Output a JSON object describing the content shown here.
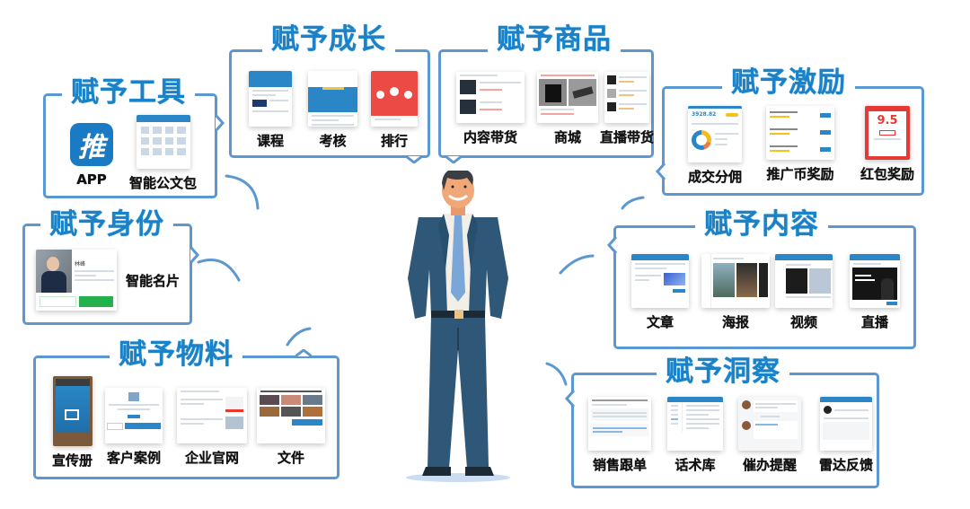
{
  "colors": {
    "accent": "#1a82c8",
    "frame": "#5b97d1",
    "label": "#111111",
    "red": "#e8372f",
    "green": "#22b14c",
    "suit": "#2f5878"
  },
  "sections": [
    {
      "id": "tools",
      "title": "赋予工具",
      "items": [
        {
          "label": "APP",
          "icon_text": "推"
        },
        {
          "label": "智能公文包"
        }
      ]
    },
    {
      "id": "growth",
      "title": "赋予成长",
      "items": [
        {
          "label": "课程"
        },
        {
          "label": "考核"
        },
        {
          "label": "排行"
        }
      ]
    },
    {
      "id": "goods",
      "title": "赋予商品",
      "items": [
        {
          "label": "内容带货"
        },
        {
          "label": "商城"
        },
        {
          "label": "直播带货"
        }
      ]
    },
    {
      "id": "incentive",
      "title": "赋予激励",
      "items": [
        {
          "label": "成交分佣",
          "amount": "3928.82"
        },
        {
          "label": "推广币奖励"
        },
        {
          "label": "红包奖励",
          "amount": "9.5"
        }
      ]
    },
    {
      "id": "identity",
      "title": "赋予身份",
      "items": [
        {
          "label": "智能名片",
          "name": "林峰"
        }
      ]
    },
    {
      "id": "content",
      "title": "赋予内容",
      "items": [
        {
          "label": "文章"
        },
        {
          "label": "海报"
        },
        {
          "label": "视频"
        },
        {
          "label": "直播"
        }
      ]
    },
    {
      "id": "materials",
      "title": "赋予物料",
      "items": [
        {
          "label": "宣传册"
        },
        {
          "label": "客户案例"
        },
        {
          "label": "企业官网"
        },
        {
          "label": "文件"
        }
      ]
    },
    {
      "id": "insight",
      "title": "赋予洞察",
      "items": [
        {
          "label": "销售跟单"
        },
        {
          "label": "话术库"
        },
        {
          "label": "催办提醒"
        },
        {
          "label": "雷达反馈"
        }
      ]
    }
  ]
}
